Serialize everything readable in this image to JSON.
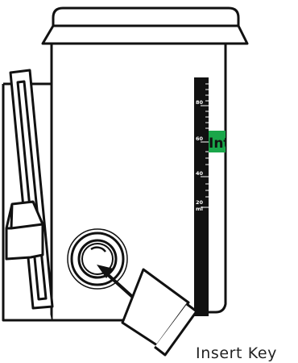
{
  "diagram": {
    "caption": "Insert Key",
    "scale": {
      "ticks": [
        "80",
        "60",
        "40",
        "20"
      ],
      "unit": "ml"
    },
    "window_label": "Inte",
    "colors": {
      "outline": "#111111",
      "scale_strip": "#111111",
      "window": "#1aa64a",
      "background": "#ffffff"
    }
  }
}
